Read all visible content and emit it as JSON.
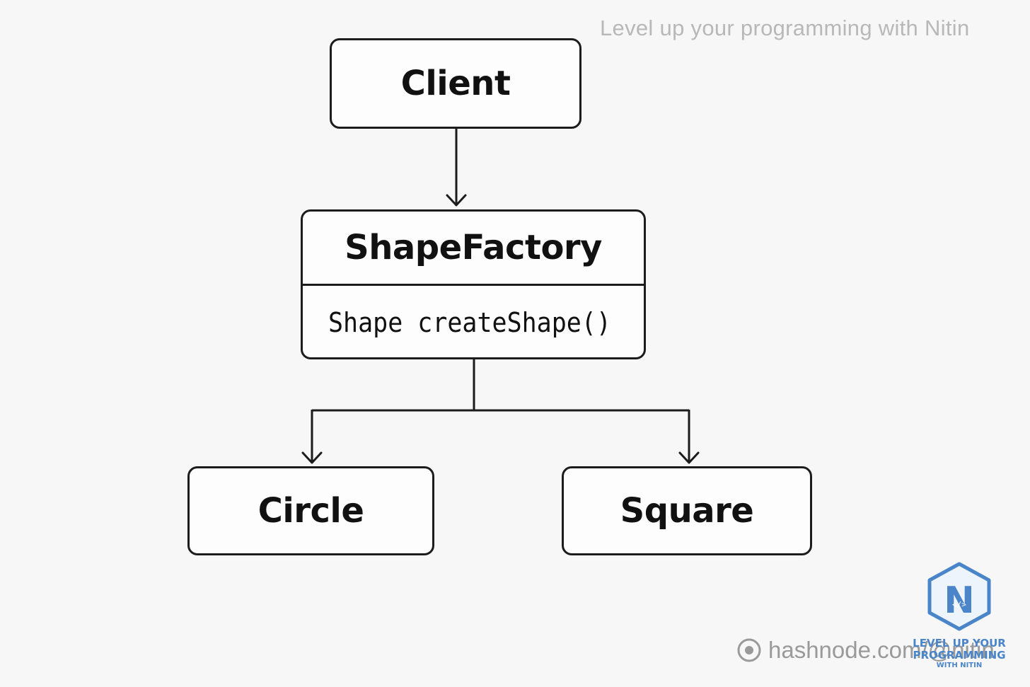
{
  "watermark": {
    "top_text": "Level up your programming with Nitin"
  },
  "nodes": {
    "client": "Client",
    "factory": {
      "name": "ShapeFactory",
      "method": "Shape createShape()"
    },
    "circle": "Circle",
    "square": "Square"
  },
  "footer": {
    "text": "hashnode.com/@nitin",
    "logo_letter": "N",
    "logo_code": "</>",
    "logo_caption_lines": [
      "LEVEL UP YOUR",
      "PROGRAMMING",
      "WITH NITIN"
    ]
  },
  "colors": {
    "stroke": "#1c1c1c",
    "background": "#f7f7f7",
    "logo_blue": "#4a84c9",
    "watermark_gray": "#b8b8b8"
  }
}
